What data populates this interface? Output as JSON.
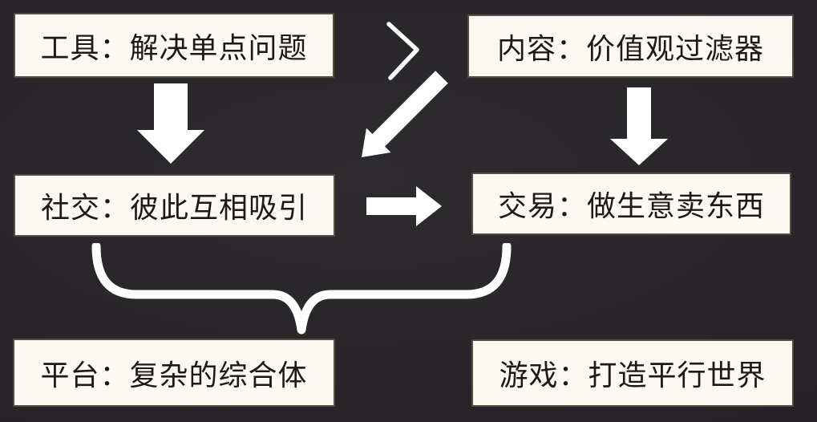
{
  "theme": {
    "background": "#272529",
    "background_edge": "#211f22",
    "box_fill": "#fbf9f3",
    "box_border": "#554c41",
    "text_color": "#1c1a19",
    "arrow_color": "#ffffff"
  },
  "diagram": {
    "nodes": [
      {
        "id": "tool",
        "label": "工具：解决单点问题"
      },
      {
        "id": "content",
        "label": "内容：价值观过滤器"
      },
      {
        "id": "social",
        "label": "社交：彼此互相吸引"
      },
      {
        "id": "trade",
        "label": "交易：做生意卖东西"
      },
      {
        "id": "platform",
        "label": "平台：复杂的综合体"
      },
      {
        "id": "game",
        "label": "游戏：打造平行世界"
      }
    ],
    "connectors": [
      {
        "type": "chevron-right",
        "between": [
          "tool",
          "content"
        ]
      },
      {
        "type": "block-arrow-down",
        "from": "tool",
        "to": "social"
      },
      {
        "type": "block-arrow-down-left",
        "from": "content",
        "to": "social"
      },
      {
        "type": "block-arrow-down",
        "from": "content",
        "to": "trade"
      },
      {
        "type": "block-arrow-right",
        "from": "social",
        "to": "trade"
      },
      {
        "type": "curly-brace-down",
        "from": [
          "social",
          "trade"
        ],
        "to": "platform"
      }
    ]
  }
}
